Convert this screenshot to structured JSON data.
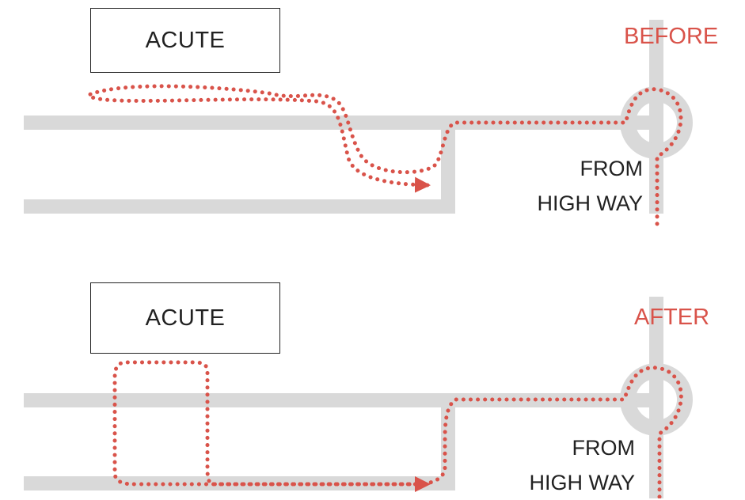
{
  "colors": {
    "road": "#d9d9d9",
    "path": "#d9534a",
    "text": "#222222",
    "accent": "#d9534a"
  },
  "panels": [
    {
      "id": "before",
      "state_label": "BEFORE",
      "box_label": "ACUTE",
      "source_line1": "FROM",
      "source_line2": "HIGH WAY"
    },
    {
      "id": "after",
      "state_label": "AFTER",
      "box_label": "ACUTE",
      "source_line1": "FROM",
      "source_line2": "HIGH WAY"
    }
  ]
}
